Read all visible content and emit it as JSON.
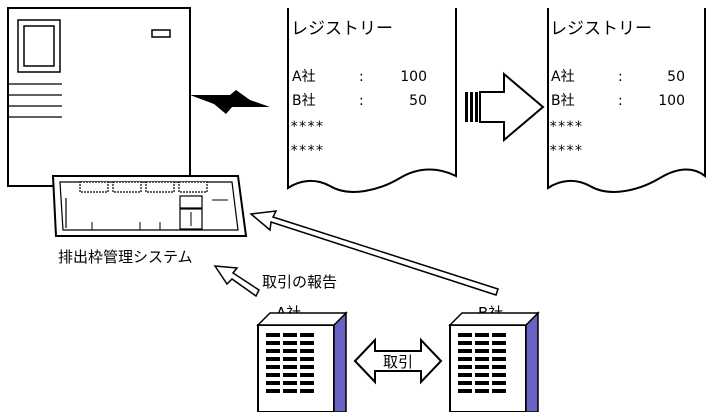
{
  "registry_before": {
    "title": "レジストリー",
    "rows": [
      {
        "company": "A社",
        "sep": ":",
        "amount": "100"
      },
      {
        "company": "B社",
        "sep": ":",
        "amount": "50"
      },
      {
        "company": "****",
        "sep": "",
        "amount": ""
      },
      {
        "company": "****",
        "sep": "",
        "amount": ""
      }
    ]
  },
  "registry_after": {
    "title": "レジストリー",
    "rows": [
      {
        "company": "A社",
        "sep": ":",
        "amount": "50"
      },
      {
        "company": "B社",
        "sep": ":",
        "amount": "100"
      },
      {
        "company": "****",
        "sep": "",
        "amount": ""
      },
      {
        "company": "****",
        "sep": "",
        "amount": ""
      }
    ]
  },
  "system_label": "排出枠管理システム",
  "report_label": "取引の報告",
  "company_a_label": "A社",
  "company_b_label": "B社",
  "trade_label": "取引"
}
